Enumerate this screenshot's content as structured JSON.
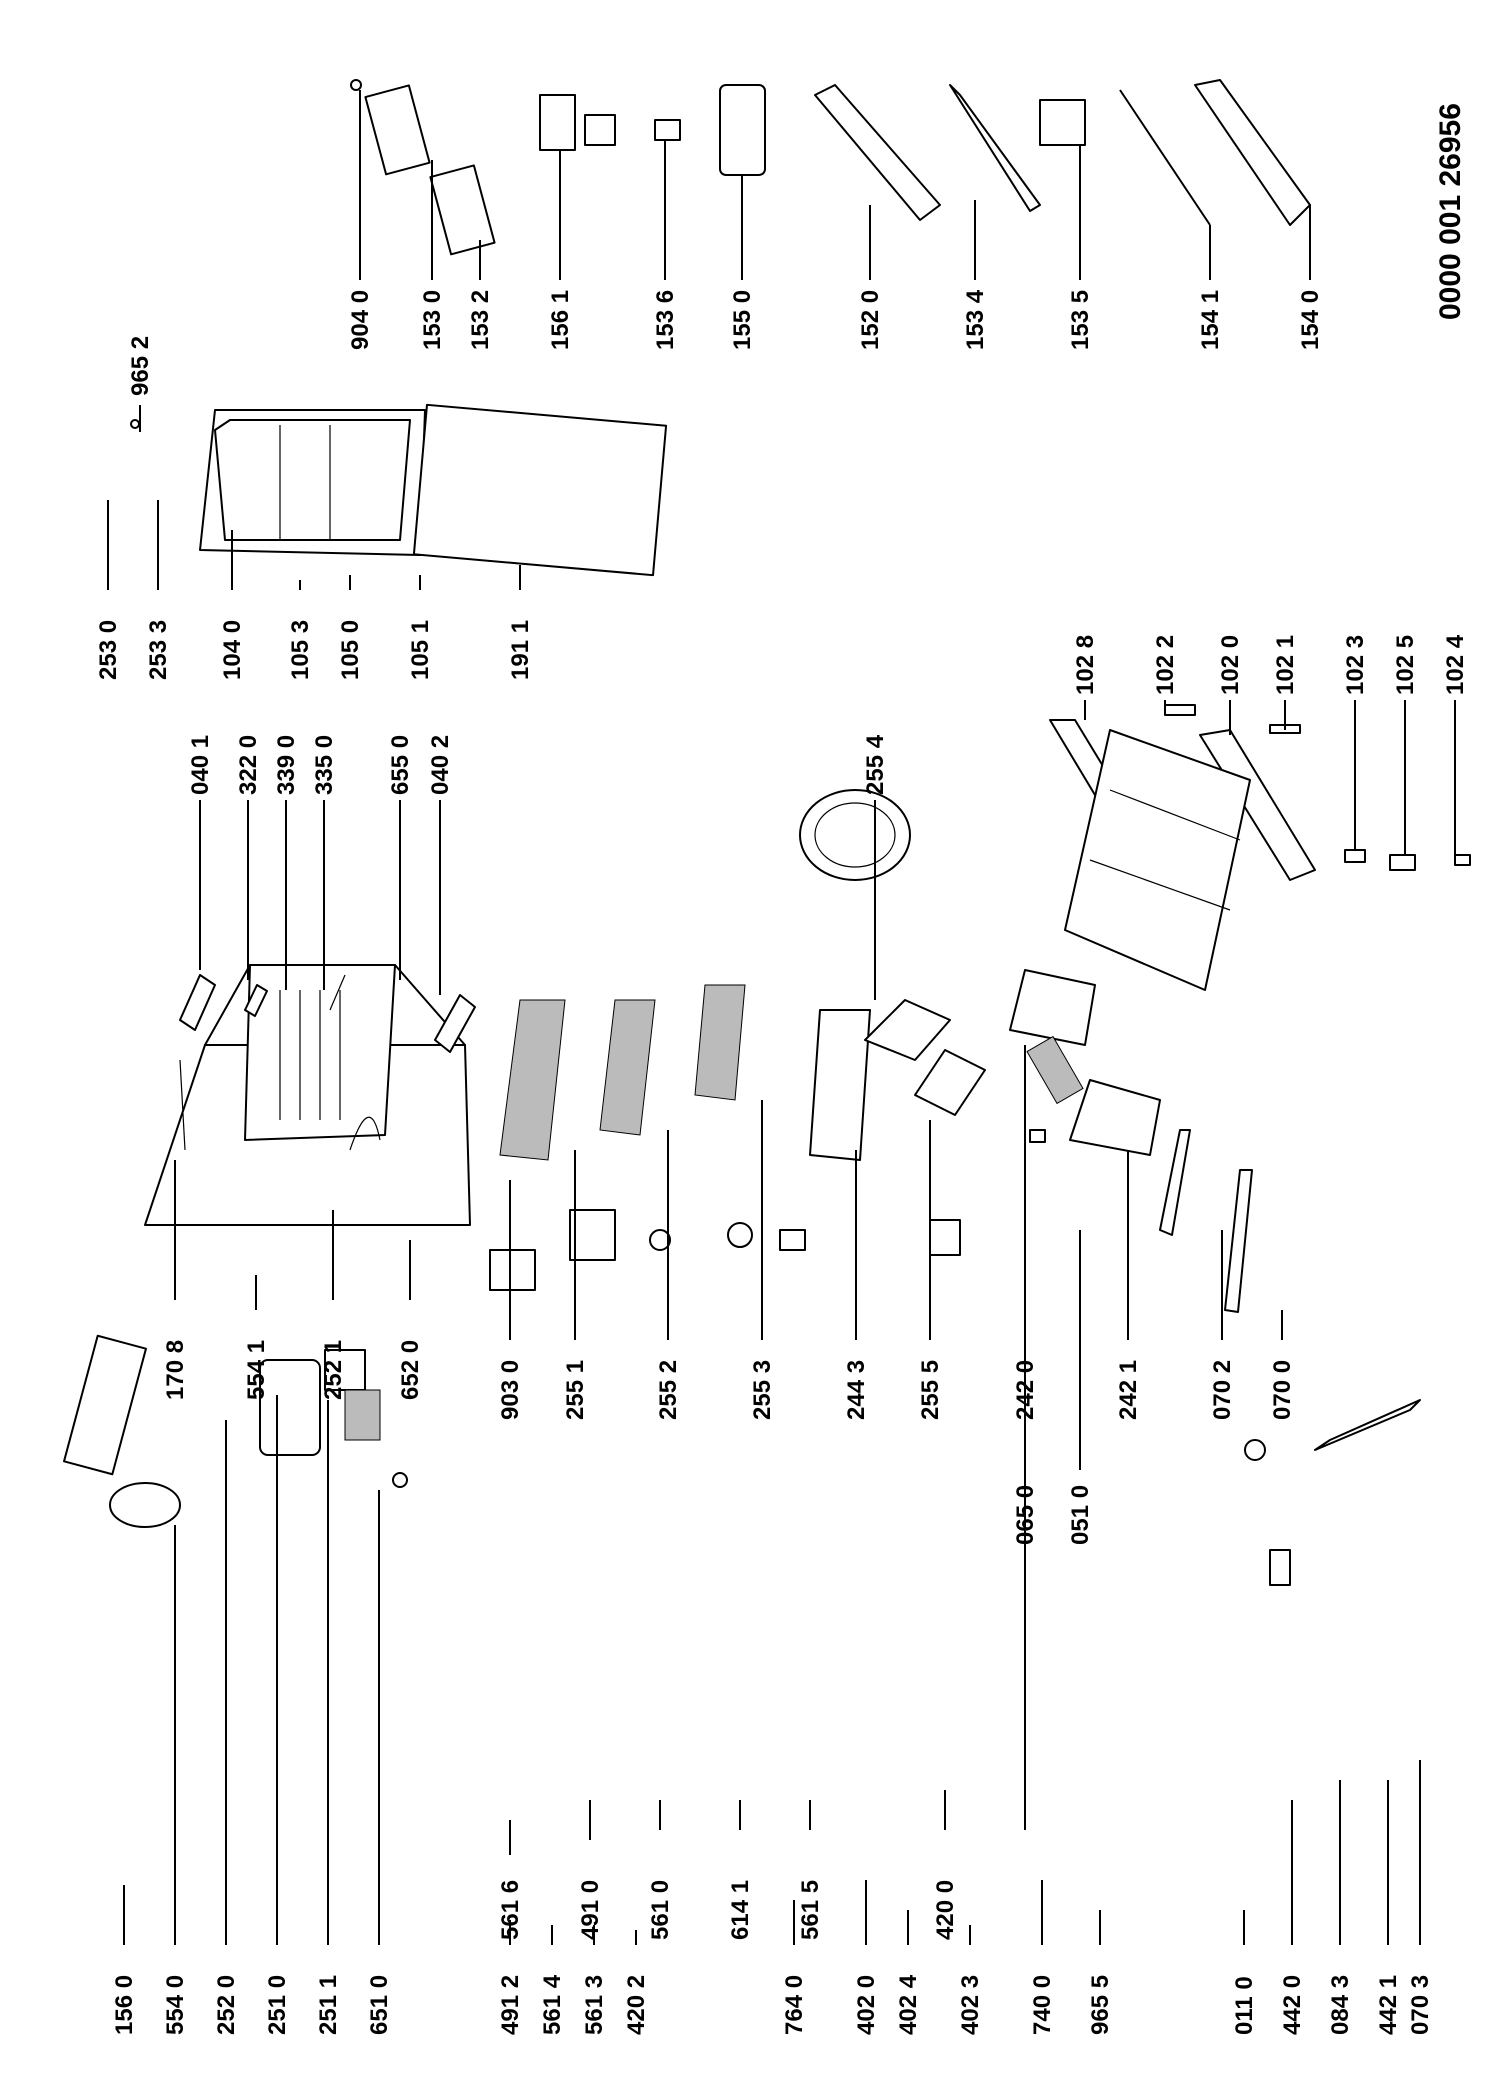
{
  "document_number": "0000 001 26956",
  "labels": [
    "156 0",
    "554 0",
    "252 0",
    "251 0",
    "251 1",
    "651 0",
    "491 2",
    "561 4",
    "561 3",
    "420 2",
    "764 0",
    "402 0",
    "402 4",
    "402 3",
    "740 0",
    "965 5",
    "011 0",
    "442 0",
    "084 3",
    "442 1",
    "070 3",
    "561 6",
    "491 0",
    "561 0",
    "614 1",
    "561 5",
    "420 0",
    "065 0",
    "051 0",
    "170 8",
    "554 1",
    "252 1",
    "652 0",
    "903 0",
    "255 1",
    "255 2",
    "255 3",
    "244 3",
    "255 5",
    "242 0",
    "242 1",
    "070 2",
    "070 0",
    "040 1",
    "322 0",
    "339 0",
    "335 0",
    "655 0",
    "040 2",
    "255 4",
    "253 0",
    "253 3",
    "104 0",
    "105 3",
    "105 0",
    "105 1",
    "191 1",
    "965 2",
    "102 8",
    "102 2",
    "102 0",
    "102 1",
    "102 3",
    "102 5",
    "102 4",
    "904 0",
    "153 0",
    "153 2",
    "156 1",
    "153 6",
    "155 0",
    "152 0",
    "153 4",
    "153 5",
    "154 1",
    "154 0"
  ]
}
